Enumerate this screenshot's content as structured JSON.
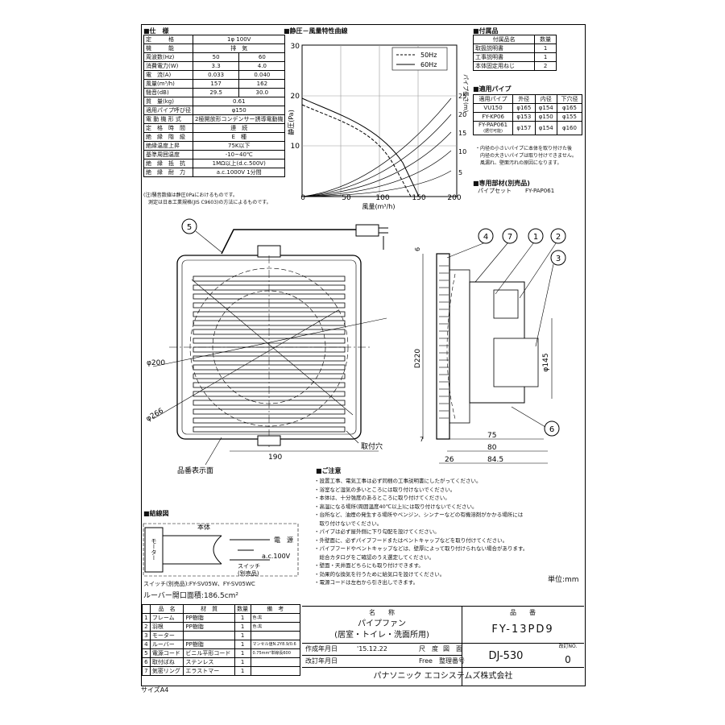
{
  "spec": {
    "heading": "■仕　様",
    "rows": [
      [
        "定　　　格",
        "1φ 100V",
        ""
      ],
      [
        "機　　　能",
        "排　気",
        ""
      ],
      [
        "周波数(Hz)",
        "50",
        "60"
      ],
      [
        "消費電力(W)",
        "3.3",
        "4.0"
      ],
      [
        "電　流(A)",
        "0.033",
        "0.040"
      ],
      [
        "風量(m³/h)",
        "157",
        "162"
      ],
      [
        "騒音(dB)",
        "29.5",
        "30.0"
      ],
      [
        "質　量(kg)",
        "0.61",
        ""
      ],
      [
        "適用パイプ呼び径",
        "φ150",
        ""
      ],
      [
        "電 動 機 形 式",
        "2極開放形コンデンサー誘導電動機",
        ""
      ],
      [
        "定　格　時　間",
        "連　続",
        ""
      ],
      [
        "絶　縁　階　級",
        "E　種",
        ""
      ],
      [
        "絶縁温度上昇",
        "75K以下",
        ""
      ],
      [
        "基準周囲温度",
        "-10~40℃",
        ""
      ],
      [
        "絶　縁　抵　抗",
        "1MΩ以上(d.c.500V)",
        ""
      ],
      [
        "絶　縁　耐　力",
        "a.c.1000V 1分間",
        ""
      ]
    ],
    "notes": [
      "(注)騒音数値は静圧0Paにおけるものです。",
      "　測定は日本工業規格(JIS C9603)の方法によるものです。"
    ]
  },
  "curve": {
    "heading": "■静圧－風量特性曲線",
    "legend_50": "50Hz",
    "legend_60": "60Hz",
    "ylabel": "静圧(Pa)",
    "xlabel": "風量(m³/h)",
    "right_label": "パイプ長さ(m)",
    "yticks": [
      "30",
      "20",
      "10",
      "0"
    ],
    "xticks": [
      "50",
      "100",
      "150",
      "200"
    ],
    "rticks": [
      "25",
      "20",
      "15",
      "10",
      "5"
    ]
  },
  "accessories": {
    "heading": "■付属品",
    "headers": [
      "付属品名",
      "数量"
    ],
    "rows": [
      [
        "取扱説明書",
        "1"
      ],
      [
        "工事説明書",
        "1"
      ],
      [
        "本体固定用ねじ",
        "2"
      ]
    ]
  },
  "pipes": {
    "heading": "■適用パイプ",
    "headers": [
      "適用パイプ",
      "外径",
      "内径",
      "下穴径"
    ],
    "rows": [
      [
        "VU150",
        "φ165",
        "φ154",
        "φ165"
      ],
      [
        "FY-KP06",
        "φ153",
        "φ150",
        "φ155"
      ],
      [
        "FY-PAP061",
        "φ157",
        "φ154",
        "φ160"
      ]
    ],
    "pap_sub": "(据付可能)",
    "notes": [
      "・内径の小さいパイプに本体を取り付けた後",
      "　内径の大きいパイプは取り付けできません。",
      "　風漏れ、壁面汚れの原因になります。"
    ]
  },
  "dedicated": {
    "heading": "■専用部材(別売品)",
    "item": "パイプセット",
    "model": "FY-PAP061"
  },
  "drawing": {
    "labels": [
      "5",
      "4",
      "7",
      "1",
      "2",
      "3",
      "6"
    ],
    "dim_phi200": "φ200",
    "dim_phi266": "φ266",
    "dim_190": "190",
    "dim_220": "D220",
    "dim_phi145": "φ145",
    "dim_75": "75",
    "dim_80": "80",
    "dim_26": "26",
    "dim_845": "84.5",
    "dim_6": "6",
    "dim_7": "7",
    "mount_hole": "取付穴",
    "model_display": "品番表示面"
  },
  "wiring": {
    "heading": "■結線図",
    "body": "本体",
    "motor": "モーター",
    "power": "電　源",
    "voltage": "a.c.100V",
    "switch": "スイッチ",
    "switch_sub": "(別売品)",
    "switch_note": "スイッチ(別売品):FY-SV05W、FY-SV05WC"
  },
  "louver_area": "ルーバー開口面積:186.5cm²",
  "parts": {
    "headers": [
      "品　名",
      "材　質",
      "数量",
      "備　考"
    ],
    "rows": [
      [
        "1",
        "フレーム",
        "PP樹脂",
        "1",
        "色:黒"
      ],
      [
        "2",
        "羽根",
        "PP樹脂",
        "1",
        "色:黒"
      ],
      [
        "3",
        "モーター",
        "",
        "1",
        ""
      ],
      [
        "4",
        "ルーバー",
        "PP樹脂",
        "1",
        "マンセル値N.2Y8.9/0.6"
      ],
      [
        "5",
        "電源コード",
        "ビニル平形コード",
        "1",
        "0.75mm²単線長600"
      ],
      [
        "6",
        "取付ばね",
        "ステンレス",
        "1",
        ""
      ],
      [
        "7",
        "気密リング",
        "エラストマー",
        "1",
        ""
      ]
    ]
  },
  "caution": {
    "heading": "■ご注意",
    "items": [
      "・設置工事、電気工事は必ず同梱の工事説明書にしたがってください。",
      "・浴室など湿気の多いところには取り付けないでください。",
      "・本体は、十分強度のあるところに取り付けてください。",
      "・高温になる場所(周囲温度40℃以上)には取り付けないでください。",
      "・台所など、油煙の発生する場所やベンジン、シンナーなどの有機溶剤がかかる場所には",
      "　取り付けないでください。",
      "・パイプは必ず屋外側に下り勾配を設けてください。",
      "・外壁面に、必ずパイプフードまたはベントキャップなどを取り付けてください。",
      "・パイプフードやベントキャップなどは、壁厚によって取り付けられない場合があります。",
      "　総合カタログをご確認のうえ選定してください。",
      "・壁面・天井面どちらにも取り付けできます。",
      "・効果的な換気を行うために給気口を設けてください。",
      "・電源コードは左右から引き出しできます。"
    ]
  },
  "title_block": {
    "unit": "単位:mm",
    "name_label": "名　　称",
    "name1": "パイプファン",
    "name2": "(居室・トイレ・洗面所用)",
    "hinban_label": "品　　番",
    "hinban": "FY-13PD9",
    "created_label": "作成年月日",
    "created": "'15.12.22",
    "scale_label": "尺　度",
    "drawing_label": "図　面",
    "revised_label": "改訂年月日",
    "scale": "Free",
    "seiri_label": "整理番号",
    "doc_no": "DJ-530",
    "rev_label": "改訂NO.",
    "rev": "0",
    "company": "パナソニック エコシステムズ株式会社"
  },
  "size": "サイズA4"
}
